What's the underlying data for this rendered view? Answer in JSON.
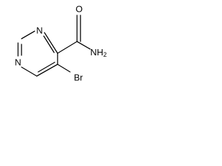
{
  "structure": {
    "atoms": {
      "n1": "N",
      "n3": "N",
      "carbonyl_o": "O",
      "amide_n": "NH",
      "amide_h_count": "2",
      "bromine": "Br"
    }
  }
}
